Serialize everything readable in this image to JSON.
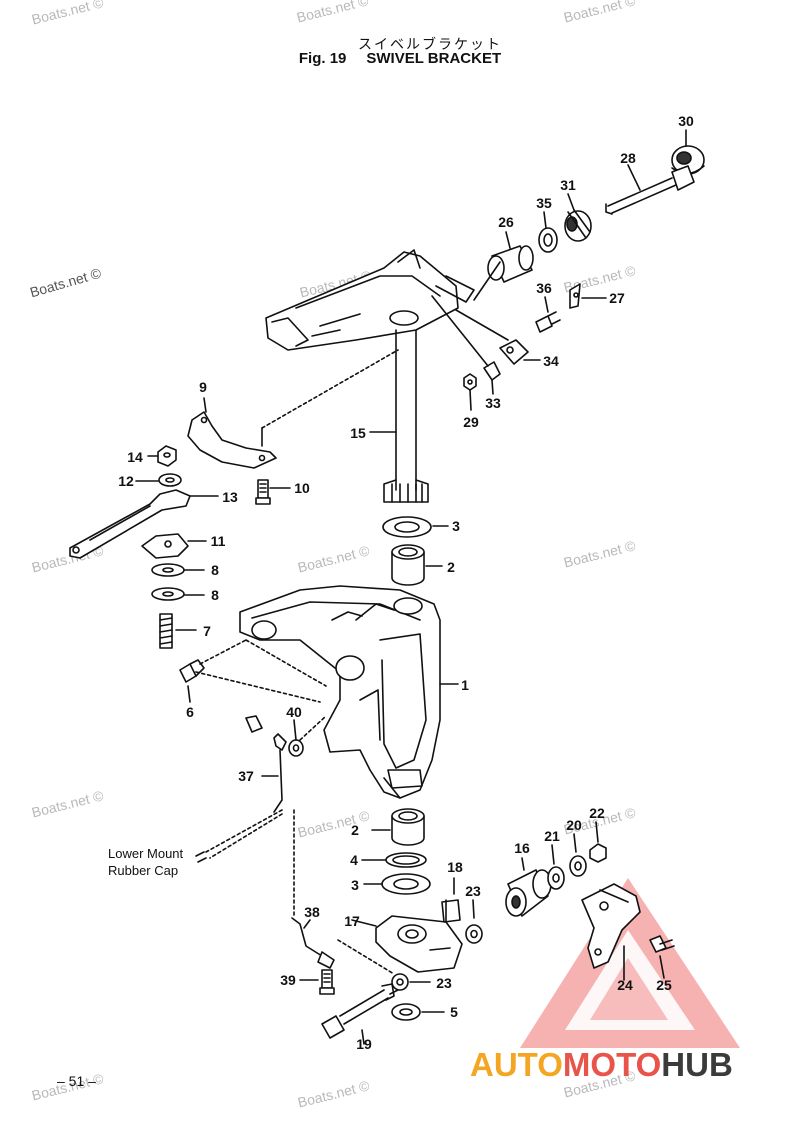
{
  "header": {
    "title_jp": "スイベルブラケット",
    "fig_label": "Fig. 19",
    "title_en": "SWIVEL BRACKET"
  },
  "watermark": "Boats.net ©",
  "note": {
    "line1": "Lower Mount",
    "line2": "Rubber Cap"
  },
  "page_number": "– 51 –",
  "logo": {
    "part1": "AUTO",
    "part2": "MOTO",
    "part3": "HUB"
  },
  "callouts": [
    "1",
    "2",
    "3",
    "4",
    "5",
    "6",
    "7",
    "8",
    "9",
    "10",
    "11",
    "12",
    "13",
    "14",
    "15",
    "16",
    "17",
    "18",
    "19",
    "20",
    "21",
    "22",
    "23",
    "24",
    "25",
    "26",
    "27",
    "28",
    "29",
    "30",
    "31",
    "33",
    "34",
    "35",
    "36",
    "37",
    "38",
    "39",
    "40"
  ],
  "colors": {
    "logo_orange": "#f4a623",
    "logo_red": "#e8534a",
    "logo_dark": "#3b3b3b",
    "triangle": "#f19a9a"
  }
}
